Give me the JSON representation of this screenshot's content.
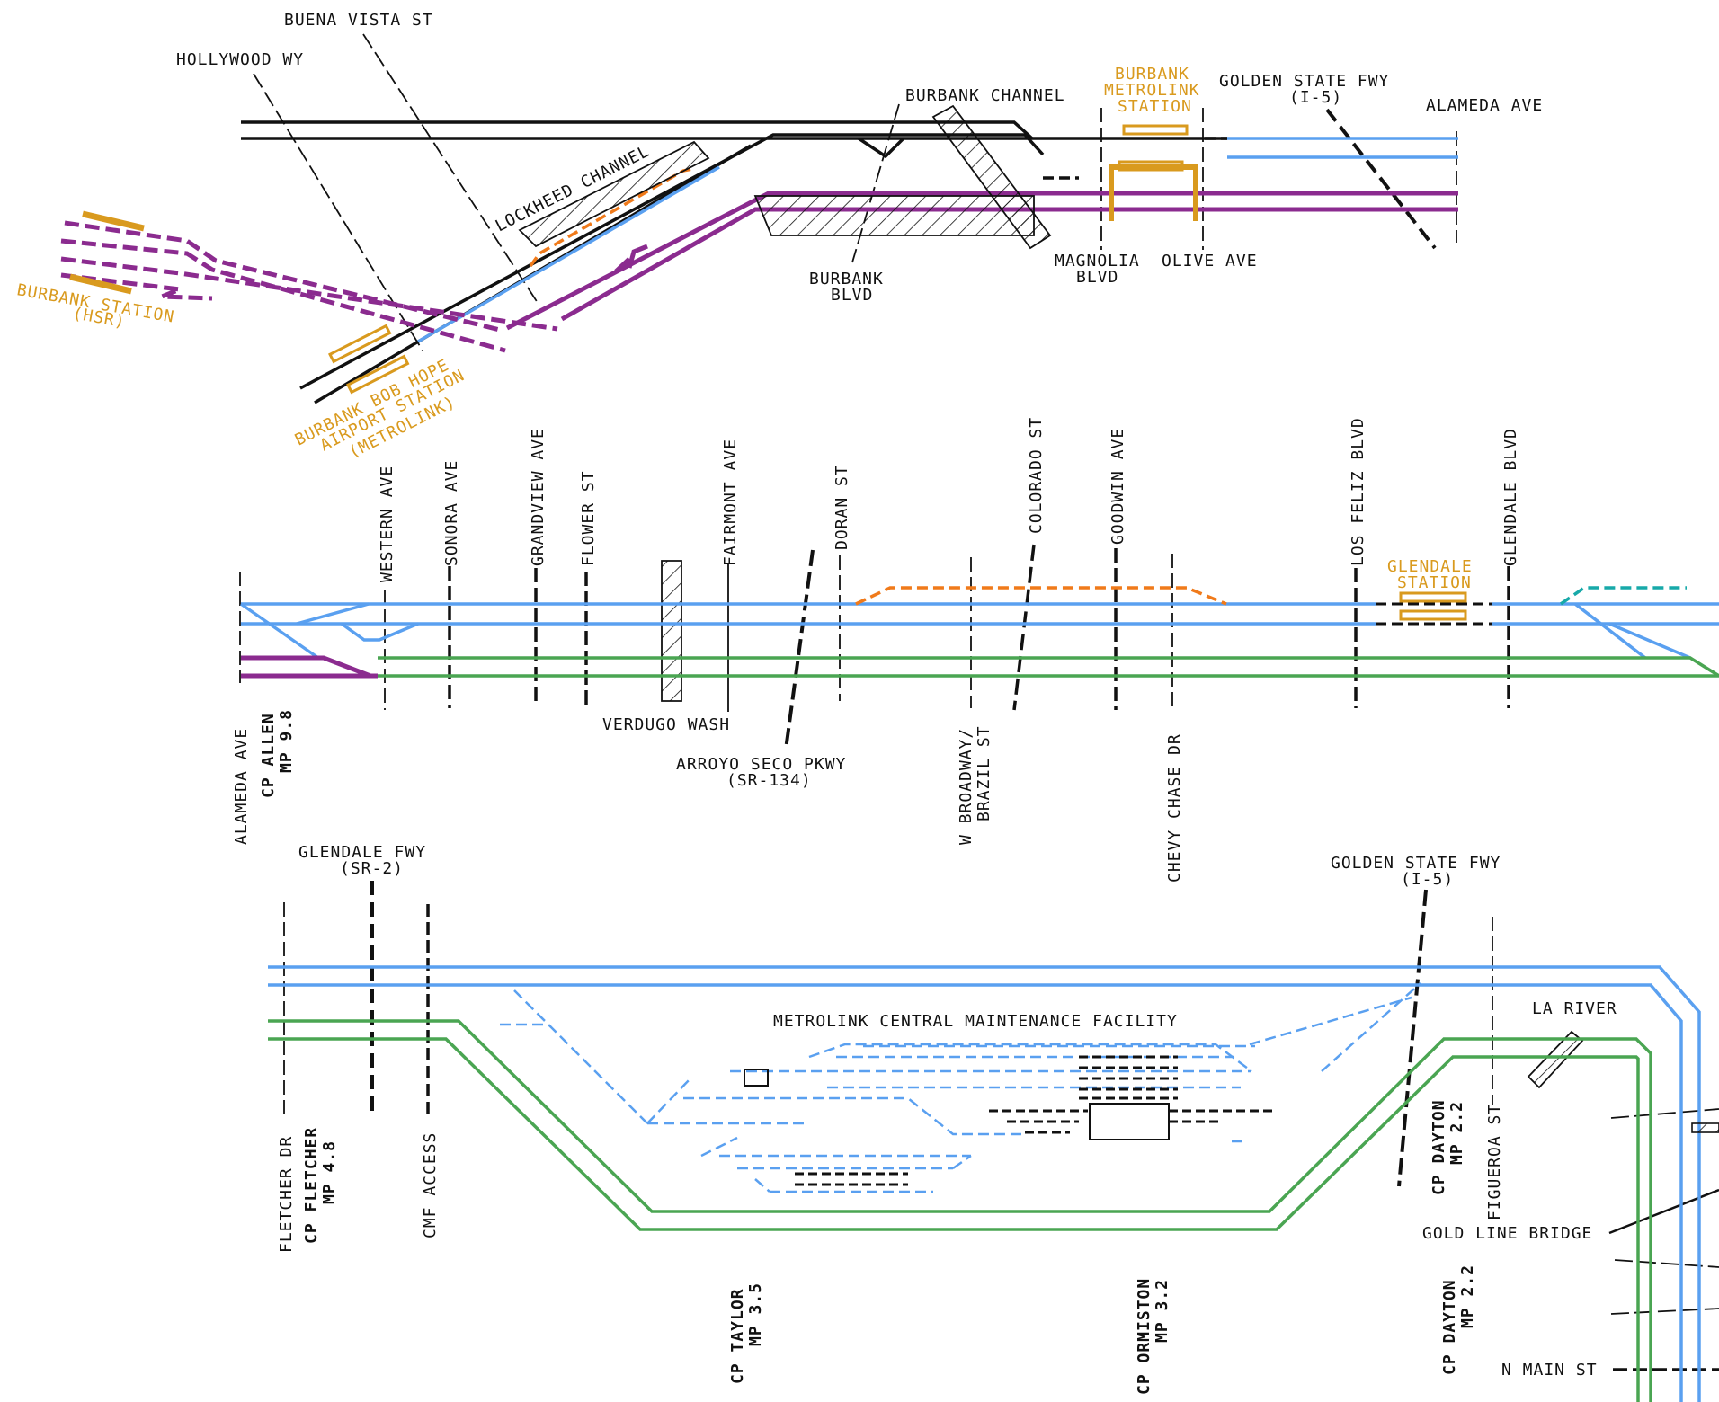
{
  "colors": {
    "line_black": "#111111",
    "line_blue": "#5aa0f0",
    "line_purple": "#8b2b8f",
    "line_green": "#4aa552",
    "line_orange": "#f07a1a",
    "line_teal": "#17a9a9",
    "station_gold": "#d99a1e"
  },
  "section1": {
    "streets": {
      "buena_vista": "BUENA VISTA ST",
      "hollywood": "HOLLYWOOD WY",
      "burbank_channel": "BURBANK CHANNEL",
      "golden_state_fwy": "GOLDEN STATE FWY",
      "golden_state_fwy_route": "(I-5)",
      "alameda": "ALAMEDA AVE",
      "lockheed_channel": "LOCKHEED CHANNEL",
      "burbank_blvd_line1": "BURBANK",
      "burbank_blvd_line2": "BLVD",
      "magnolia_line1": "MAGNOLIA",
      "magnolia_line2": "BLVD",
      "olive": "OLIVE AVE"
    },
    "stations": {
      "metrolink_line1": "BURBANK",
      "metrolink_line2": "METROLINK",
      "metrolink_line3": "STATION",
      "hsr_line1": "BURBANK STATION",
      "hsr_line2": "(HSR)",
      "airport_line1": "BURBANK BOB HOPE",
      "airport_line2": "AIRPORT STATION",
      "airport_line3": "(METROLINK)"
    }
  },
  "section2": {
    "streets": {
      "western": "WESTERN AVE",
      "sonora": "SONORA AVE",
      "grandview": "GRANDVIEW AVE",
      "flower": "FLOWER ST",
      "fairmont": "FAIRMONT AVE",
      "doran": "DORAN ST",
      "colorado": "COLORADO ST",
      "goodwin": "GOODWIN AVE",
      "los_feliz": "LOS FELIZ BLVD",
      "glendale_blvd": "GLENDALE BLVD",
      "alameda": "ALAMEDA AVE",
      "verdugo_wash": "VERDUGO WASH",
      "arroyo_seco_line1": "ARROYO SECO PKWY",
      "arroyo_seco_line2": "(SR-134)",
      "broadway_line1": "W BROADWAY/",
      "broadway_line2": "BRAZIL ST",
      "chevy_chase": "CHEVY CHASE DR"
    },
    "control_points": {
      "allen_name": "CP ALLEN",
      "allen_mp": "MP 9.8"
    },
    "stations": {
      "glendale_line1": "GLENDALE",
      "glendale_line2": "STATION"
    }
  },
  "section3": {
    "streets": {
      "glendale_fwy_line1": "GLENDALE FWY",
      "glendale_fwy_line2": "(SR-2)",
      "golden_state_fwy_line1": "GOLDEN STATE FWY",
      "golden_state_fwy_line2": "(I-5)",
      "la_river": "LA RIVER",
      "fletcher_dr": "FLETCHER DR",
      "cmf_access": "CMF ACCESS",
      "figueroa": "FIGUEROA ST",
      "gold_line_bridge": "GOLD LINE BRIDGE",
      "n_main": "N MAIN ST",
      "maintenance_facility": "METROLINK CENTRAL MAINTENANCE FACILITY"
    },
    "control_points": {
      "fletcher_name": "CP FLETCHER",
      "fletcher_mp": "MP 4.8",
      "dayton_upper_name": "CP DAYTON",
      "dayton_upper_mp": "MP 2.2",
      "dayton_lower_name": "CP DAYTON",
      "dayton_lower_mp": "MP 2.2",
      "taylor_name": "CP TAYLOR",
      "taylor_mp": "MP 3.5",
      "ormiston_name": "CP ORMISTON",
      "ormiston_mp": "MP 3.2"
    }
  }
}
